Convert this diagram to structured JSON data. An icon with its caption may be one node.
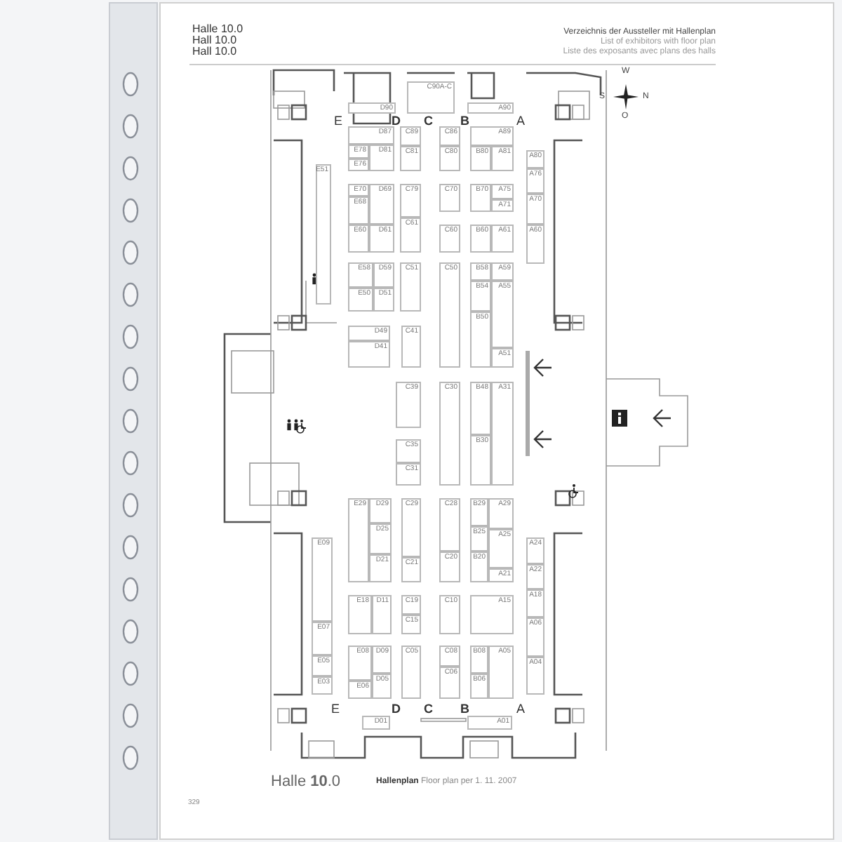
{
  "diagram": {
    "nodes": [
      {
        "text": [
          "D90"
        ]
      },
      {
        "text": [
          "C90A-C"
        ]
      },
      {
        "text": [
          "A90"
        ]
      },
      {
        "text": [
          "D87"
        ]
      },
      {
        "text": [
          "C89"
        ]
      },
      {
        "text": [
          "C86"
        ]
      },
      {
        "text": [
          "A89"
        ]
      },
      {
        "text": [
          "A80"
        ]
      },
      {
        "text": [
          "E78"
        ]
      },
      {
        "text": [
          "D81"
        ]
      },
      {
        "text": [
          "C81"
        ]
      },
      {
        "text": [
          "C80"
        ]
      },
      {
        "text": [
          "B80"
        ]
      },
      {
        "text": [
          "A81"
        ]
      },
      {
        "text": [
          "E76"
        ]
      },
      {
        "text": [
          "E51"
        ]
      },
      {
        "text": [
          "A76"
        ]
      },
      {
        "text": [
          "E70"
        ]
      },
      {
        "text": [
          "D69"
        ]
      },
      {
        "text": [
          "C79"
        ]
      },
      {
        "text": [
          "C70"
        ]
      },
      {
        "text": [
          "B70"
        ]
      },
      {
        "text": [
          "A75"
        ]
      },
      {
        "text": [
          "A70"
        ]
      },
      {
        "text": [
          "E68"
        ]
      },
      {
        "text": [
          "A71"
        ]
      },
      {
        "text": [
          "C61"
        ]
      },
      {
        "text": [
          "E60"
        ]
      },
      {
        "text": [
          "D61"
        ]
      },
      {
        "text": [
          "C60"
        ]
      },
      {
        "text": [
          "B60"
        ]
      },
      {
        "text": [
          "A61"
        ]
      },
      {
        "text": [
          "A60"
        ]
      },
      {
        "text": [
          "E58"
        ]
      },
      {
        "text": [
          "D59"
        ]
      },
      {
        "text": [
          "C51"
        ]
      },
      {
        "text": [
          "C50"
        ]
      },
      {
        "text": [
          "B58"
        ]
      },
      {
        "text": [
          "A59"
        ]
      },
      {
        "text": [
          "B54"
        ]
      },
      {
        "text": [
          "A55"
        ]
      },
      {
        "text": [
          "E50"
        ]
      },
      {
        "text": [
          "D51"
        ]
      },
      {
        "text": [
          "B50"
        ]
      },
      {
        "text": [
          "D49"
        ]
      },
      {
        "text": [
          "C41"
        ]
      },
      {
        "text": [
          "D41"
        ]
      },
      {
        "text": [
          "A51"
        ]
      },
      {
        "text": [
          "C39"
        ]
      },
      {
        "text": [
          "C30"
        ]
      },
      {
        "text": [
          "B48"
        ]
      },
      {
        "text": [
          "A31"
        ]
      },
      {
        "text": [
          "B30"
        ]
      },
      {
        "text": [
          "C35"
        ]
      },
      {
        "text": [
          "C31"
        ]
      },
      {
        "text": [
          "E29"
        ]
      },
      {
        "text": [
          "D29"
        ]
      },
      {
        "text": [
          "C29"
        ]
      },
      {
        "text": [
          "C28"
        ]
      },
      {
        "text": [
          "B29"
        ]
      },
      {
        "text": [
          "A29"
        ]
      },
      {
        "text": [
          "D25"
        ]
      },
      {
        "text": [
          "B25"
        ]
      },
      {
        "text": [
          "A25"
        ]
      },
      {
        "text": [
          "E09"
        ]
      },
      {
        "text": [
          "A24"
        ]
      },
      {
        "text": [
          "D21"
        ]
      },
      {
        "text": [
          "C21"
        ]
      },
      {
        "text": [
          "C20"
        ]
      },
      {
        "text": [
          "B20"
        ]
      },
      {
        "text": [
          "A21"
        ]
      },
      {
        "text": [
          "A22"
        ]
      },
      {
        "text": [
          "A18"
        ]
      },
      {
        "text": [
          "E18"
        ]
      },
      {
        "text": [
          "D11"
        ]
      },
      {
        "text": [
          "C19"
        ]
      },
      {
        "text": [
          "C10"
        ]
      },
      {
        "text": [
          "A15"
        ]
      },
      {
        "text": [
          "C15"
        ]
      },
      {
        "text": [
          "A06"
        ]
      },
      {
        "text": [
          "E07"
        ]
      },
      {
        "text": [
          "E08"
        ]
      },
      {
        "text": [
          "D09"
        ]
      },
      {
        "text": [
          "C05"
        ]
      },
      {
        "text": [
          "C08"
        ]
      },
      {
        "text": [
          "B08"
        ]
      },
      {
        "text": [
          "A05"
        ]
      },
      {
        "text": [
          "E05"
        ]
      },
      {
        "text": [
          "A04"
        ]
      },
      {
        "text": [
          "C06"
        ]
      },
      {
        "text": [
          "D05"
        ]
      },
      {
        "text": [
          "B06"
        ]
      },
      {
        "text": [
          "E03"
        ]
      },
      {
        "text": [
          "E06"
        ]
      },
      {
        "text": [
          "D01"
        ]
      },
      {
        "text": [
          "A01"
        ]
      }
    ],
    "labels": [
      "Halle 10.0",
      "Hall 10.0",
      "Hall 10.0",
      "Verzeichnis der Aussteller mit Hallenplan",
      "List of exhibitors with floor plan",
      "Liste des exposants avec plans des halls",
      "W",
      "S",
      "N",
      "O",
      "E",
      "D",
      "C",
      "B",
      "A",
      "E",
      "D",
      "C",
      "B",
      "A",
      "Halle **10**.0",
      "Hallenplan",
      "Floor plan per 1. 11. 2007",
      "329"
    ]
  }
}
